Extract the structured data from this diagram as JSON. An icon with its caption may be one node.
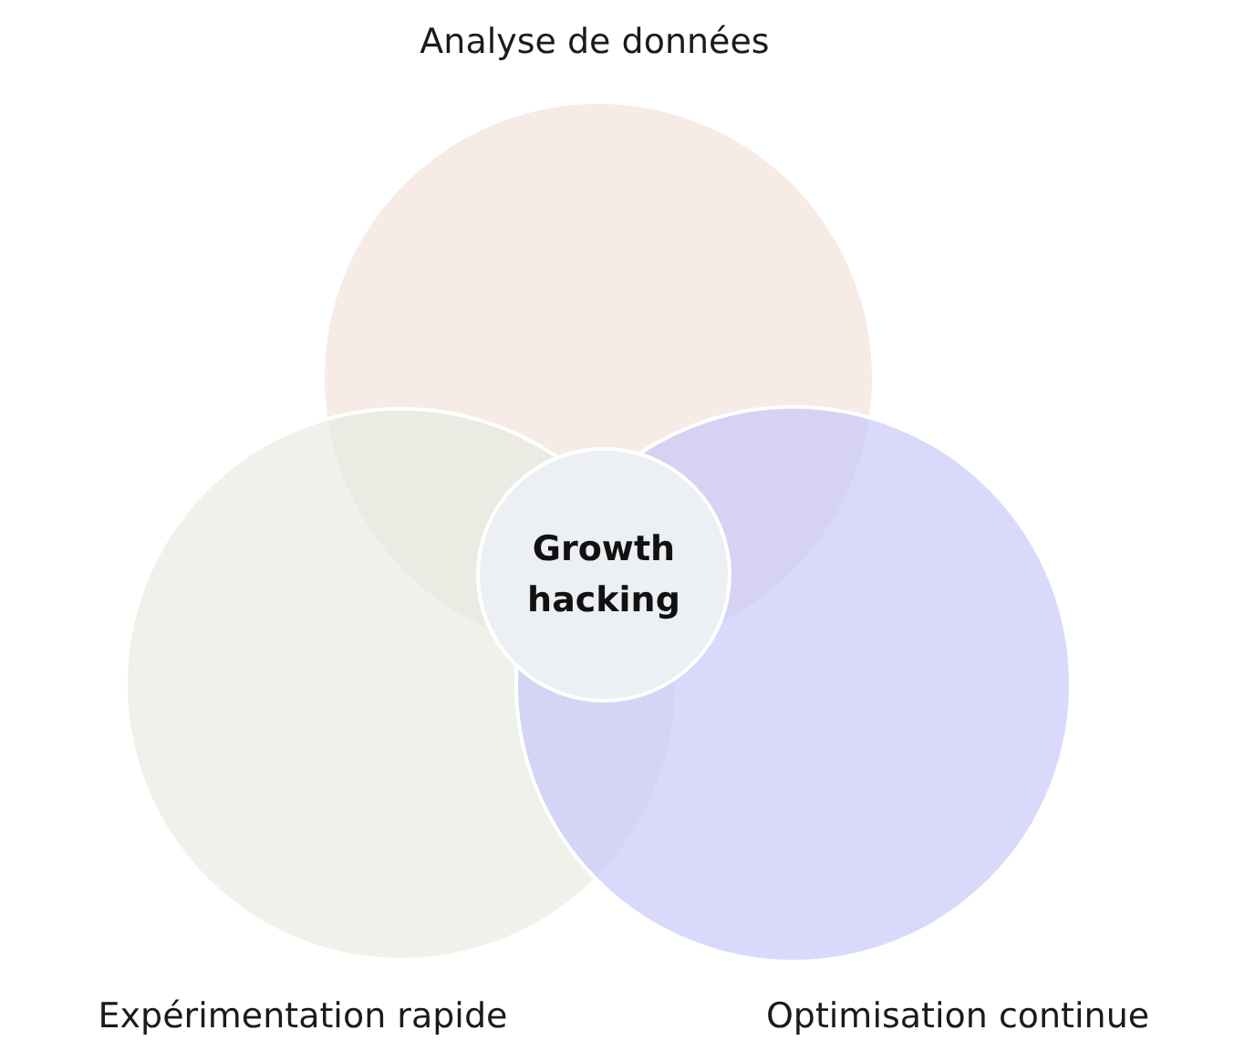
{
  "diagram": {
    "nodes": [
      {
        "text": [
          "Analyse de données"
        ]
      },
      {
        "text": [
          "Expérimentation rapide"
        ]
      },
      {
        "text": [
          "Optimisation continue"
        ]
      },
      {
        "text": [
          "Growth hacking"
        ]
      }
    ]
  }
}
